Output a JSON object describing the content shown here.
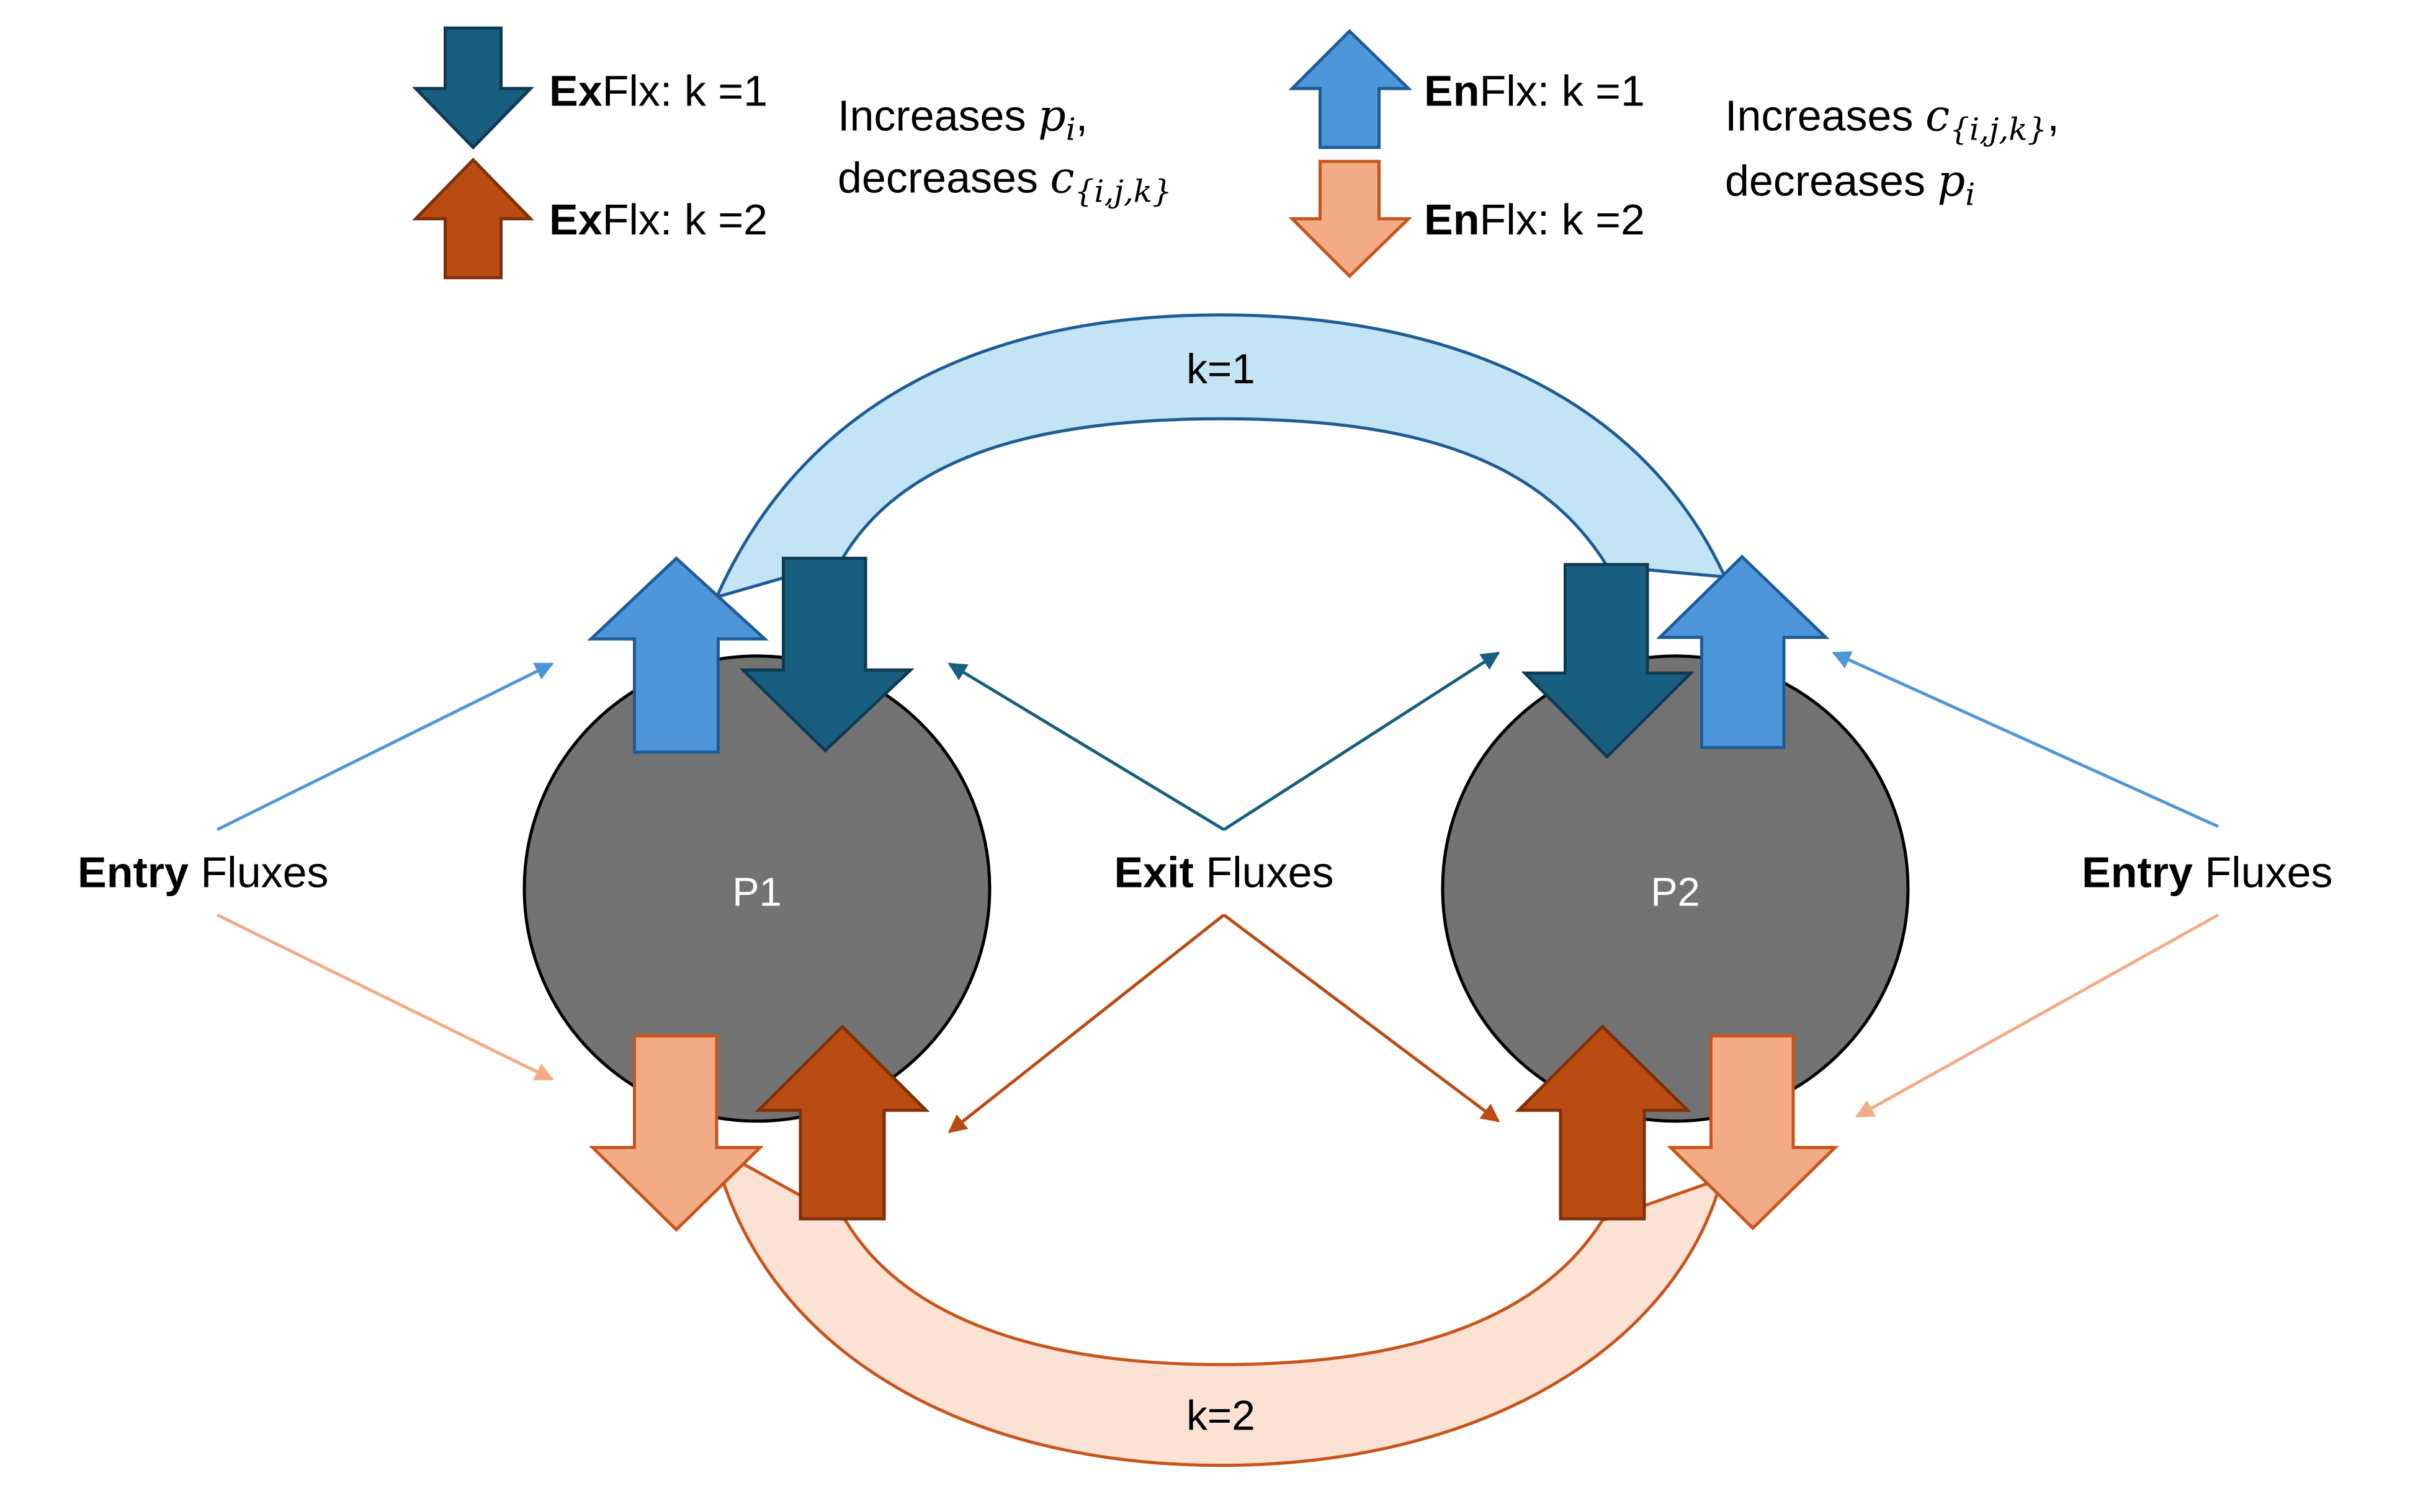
{
  "colors": {
    "exflx_k1": "#175E80",
    "exflx_k2": "#BA4B12",
    "enflx_k1": "#4E96DA",
    "enflx_k2": "#F2AB85",
    "band_k1": "#C2E4F4",
    "band_k2": "#FBE2D5",
    "node": "#737373",
    "text": "#000000"
  },
  "legend": {
    "exflx_k1": {
      "bold": "Ex",
      "rest": "Flx: k =1",
      "icon": "down-arrow-icon"
    },
    "exflx_k2": {
      "bold": "Ex",
      "rest": "Flx: k =2",
      "icon": "up-arrow-icon"
    },
    "enflx_k1": {
      "bold": "En",
      "rest": "Flx: k =1",
      "icon": "up-arrow-icon"
    },
    "enflx_k2": {
      "bold": "En",
      "rest": "Flx: k =2",
      "icon": "down-arrow-icon"
    },
    "exflx_effect": {
      "line1_text": "Increases ",
      "line1_math": "p",
      "line1_sub": "i",
      "line1_tail": ",",
      "line2_text": "decreases ",
      "line2_math": "c",
      "line2_sub": "{i,j,k}"
    },
    "enflx_effect": {
      "line1_text": "Increases ",
      "line1_math": "c",
      "line1_sub": "{i,j,k}",
      "line1_tail": ",",
      "line2_text": "decreases ",
      "line2_math": "p",
      "line2_sub": "i"
    }
  },
  "nodes": {
    "p1": "P1",
    "p2": "P2"
  },
  "bands": {
    "k1": "k=1",
    "k2": "k=2"
  },
  "annotations": {
    "entry_left": {
      "bold": "Entry",
      "rest": " Fluxes"
    },
    "exit_center": {
      "bold": "Exit",
      "rest": " Fluxes"
    },
    "entry_right": {
      "bold": "Entry",
      "rest": " Fluxes"
    }
  }
}
